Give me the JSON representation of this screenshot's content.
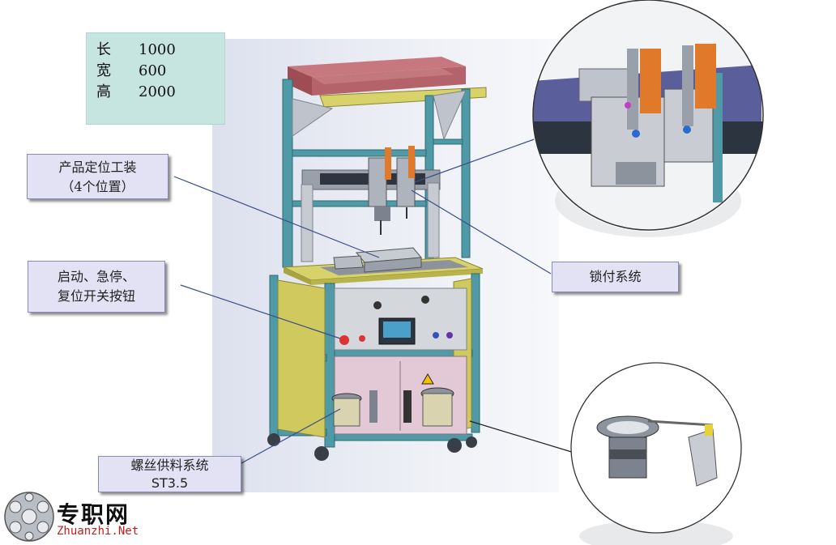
{
  "dimensions": [
    {
      "label": "长",
      "value": "1000"
    },
    {
      "label": "宽",
      "value": "600"
    },
    {
      "label": "高",
      "value": "2000"
    }
  ],
  "callouts": {
    "fixture": {
      "line1": "产品定位工装",
      "line2": "（4个位置）"
    },
    "buttons": {
      "line1": "启动、急停、",
      "line2": "复位开关按钮"
    },
    "locking": {
      "line1": "锁付系统"
    },
    "feeder": {
      "line1": "螺丝供料系统",
      "line2": "ST3.5"
    }
  },
  "logo": {
    "name": "专职网",
    "url": "Zhuanzhi.Net"
  },
  "colors": {
    "frame": "#4f9aa6",
    "yellow": "#c8c25a",
    "red_beam": "#b5636a",
    "motor_orange": "#e07a2a",
    "callout_bg": "#e2e2f4",
    "dims_bg": "#c6e4e0"
  }
}
